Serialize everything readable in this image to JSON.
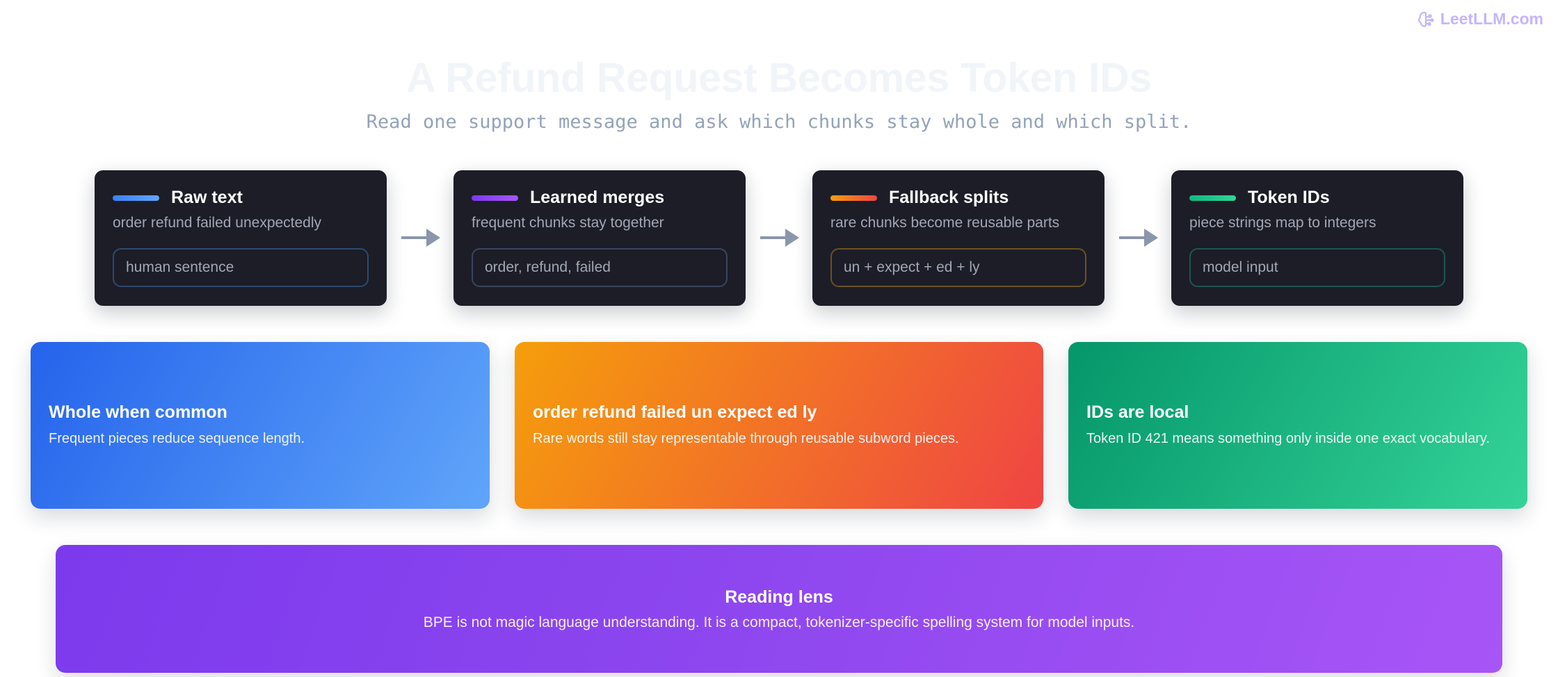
{
  "brand": {
    "label": "LeetLLM.com",
    "icon": "brain-icon"
  },
  "title": "A Refund Request Becomes Token IDs",
  "subtitle": "Read one support message and ask which chunks stay whole and which split.",
  "steps": [
    {
      "title": "Raw text",
      "subtitle": "order refund failed unexpectedly",
      "chip": "human sentence",
      "accent": "#3b82f6",
      "accent_end": "#60a5fa",
      "chip_border": "#2e4a6e"
    },
    {
      "title": "Learned merges",
      "subtitle": "frequent chunks stay together",
      "chip": "order, refund, failed",
      "accent": "#7c3aed",
      "accent_end": "#a855f7",
      "chip_border": "#3a4660"
    },
    {
      "title": "Fallback splits",
      "subtitle": "rare chunks become reusable parts",
      "chip": "un + expect + ed + ly",
      "accent": "#f59e0b",
      "accent_end": "#ef4444",
      "chip_border": "#6b5220"
    },
    {
      "title": "Token IDs",
      "subtitle": "piece strings map to integers",
      "chip": "model input",
      "accent": "#10b981",
      "accent_end": "#34d399",
      "chip_border": "#1f5552"
    }
  ],
  "arrow_color": "#8b96aa",
  "panels": [
    {
      "title": "Whole when common",
      "text": "Frequent pieces reduce sequence length.",
      "colors": [
        "#2563eb",
        "#60a5fa"
      ]
    },
    {
      "title": "order refund failed un expect ed ly",
      "text": "Rare words still stay representable through reusable subword pieces.",
      "colors": [
        "#f59e0b",
        "#ef4444"
      ]
    },
    {
      "title": "IDs are local",
      "text": "Token ID 421 means something only inside one exact vocabulary.",
      "colors": [
        "#059669",
        "#34d399"
      ]
    }
  ],
  "lens": {
    "title": "Reading lens",
    "text": "BPE is not magic language understanding. It is a compact, tokenizer-specific spelling system for model inputs."
  }
}
